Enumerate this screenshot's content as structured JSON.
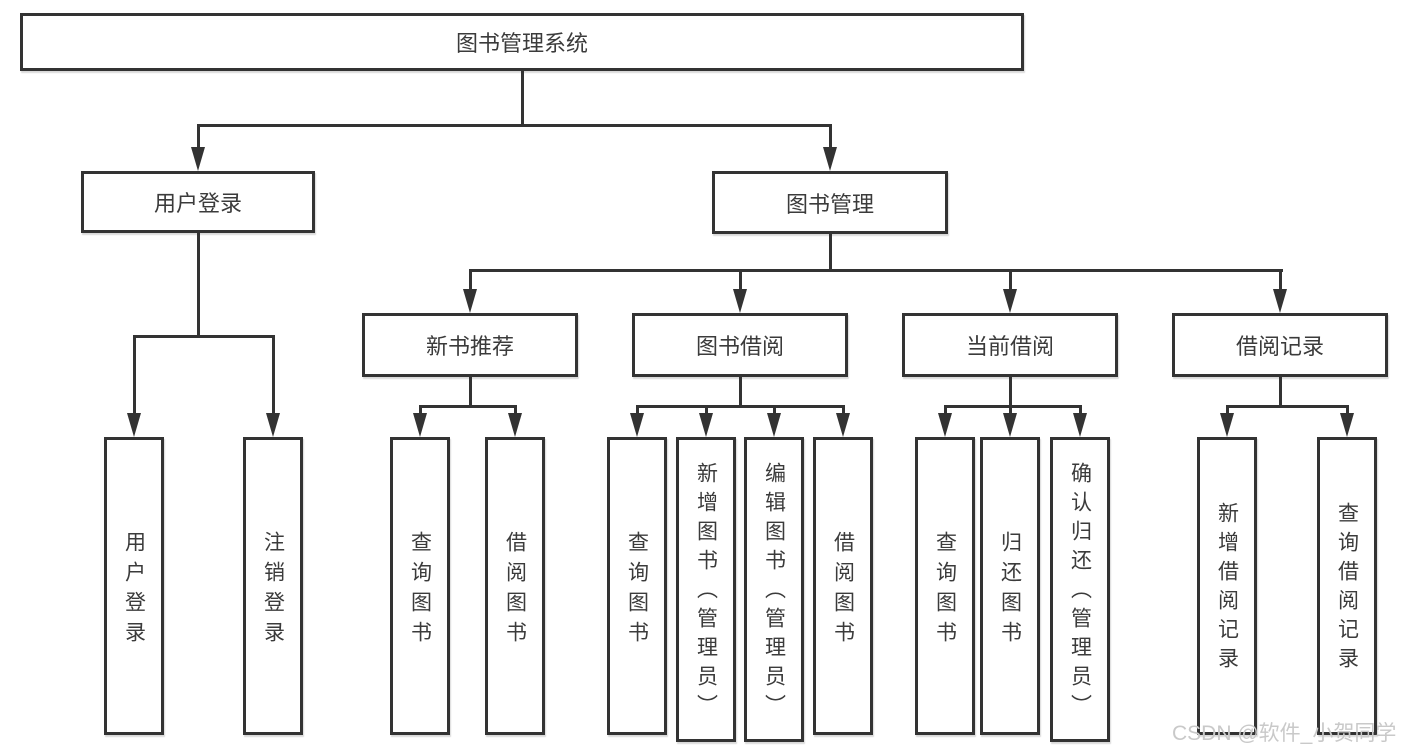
{
  "diagram": {
    "root_label": "图书管理系统",
    "branches": [
      {
        "label": "用户登录",
        "children": [
          {
            "label": "用户登录"
          },
          {
            "label": "注销登录"
          }
        ]
      },
      {
        "label": "图书管理",
        "children": [
          {
            "label": "新书推荐",
            "children": [
              {
                "label": "查询图书"
              },
              {
                "label": "借阅图书"
              }
            ]
          },
          {
            "label": "图书借阅",
            "children": [
              {
                "label": "查询图书"
              },
              {
                "label": "新增图书（管理员）"
              },
              {
                "label": "编辑图书（管理员）"
              },
              {
                "label": "借阅图书"
              }
            ]
          },
          {
            "label": "当前借阅",
            "children": [
              {
                "label": "查询图书"
              },
              {
                "label": "归还图书"
              },
              {
                "label": "确认归还（管理员）"
              }
            ]
          },
          {
            "label": "借阅记录",
            "children": [
              {
                "label": "新增借阅记录"
              },
              {
                "label": "查询借阅记录"
              }
            ]
          }
        ]
      }
    ]
  },
  "watermark": {
    "text": "CSDN @软件_小贺同学"
  },
  "colors": {
    "line": "#333333",
    "text": "#3b3b3b",
    "background": "#ffffff",
    "watermark": "#c9c9c9"
  }
}
